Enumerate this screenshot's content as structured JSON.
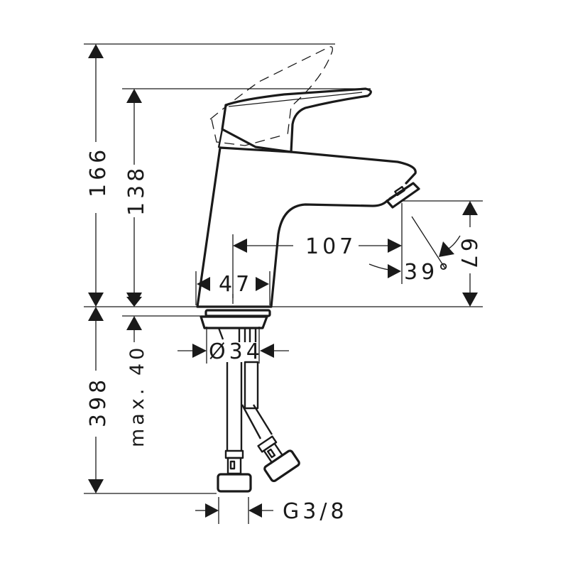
{
  "drawing": {
    "type": "faucet-dimension-drawing",
    "line_color": "#1a1a1a",
    "background": "#ffffff"
  },
  "dimensions": {
    "total_height": "166",
    "spout_top_height": "138",
    "below_deck_length": "398",
    "max_deck_thickness": "max. 40",
    "spout_reach": "107",
    "body_width": "47",
    "spout_outlet_height": "67",
    "spout_angle": "39°",
    "mounting_diameter": "Ø34",
    "connection_thread": "G3/8"
  }
}
